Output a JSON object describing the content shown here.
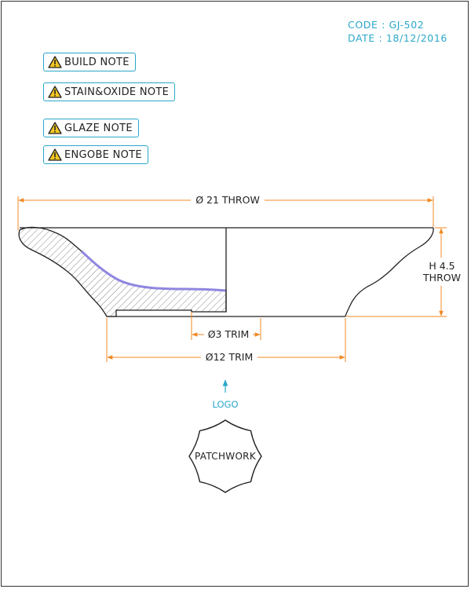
{
  "header": {
    "code": "CODE : GJ-502",
    "date": "DATE : 18/12/2016"
  },
  "notes": [
    {
      "label": "BUILD NOTE"
    },
    {
      "label": "STAIN&OXIDE NOTE"
    },
    {
      "label": "GLAZE NOTE"
    },
    {
      "label": "ENGOBE NOTE"
    }
  ],
  "dimensions": {
    "throw_diameter": "Ø 21 THROW",
    "height_line1": "H 4.5",
    "height_line2": "THROW",
    "foot_trim": "Ø3 TRIM",
    "base_trim": "Ø12 TRIM"
  },
  "logo": {
    "pointer_label": "LOGO",
    "brand_text": "PATCHWORK"
  },
  "colors": {
    "accent": "#2aa7c9",
    "dimension": "#f08a24",
    "glaze": "#8f86e0",
    "warning": "#f3c623"
  }
}
